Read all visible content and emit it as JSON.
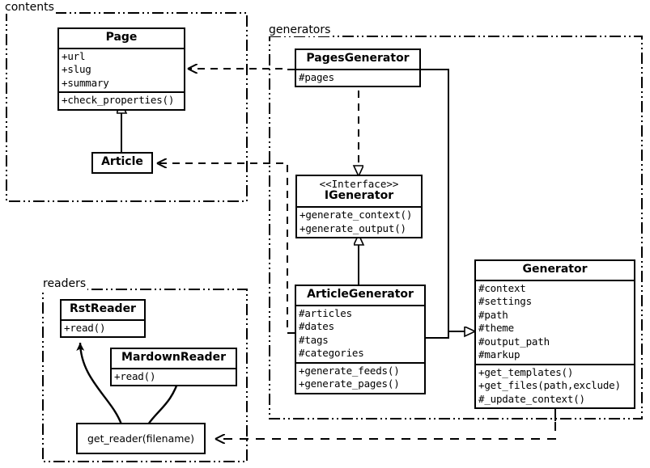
{
  "diagram": {
    "type": "uml-class-diagram",
    "packages": [
      {
        "id": "contents",
        "label": "contents"
      },
      {
        "id": "generators",
        "label": "generators"
      },
      {
        "id": "readers",
        "label": "readers"
      }
    ],
    "classes": [
      {
        "id": "page",
        "name": "Page",
        "stereotype": "",
        "attributes": [
          "+url",
          "+slug",
          "+summary"
        ],
        "methods": [
          "+check_properties()"
        ],
        "package": "contents"
      },
      {
        "id": "article",
        "name": "Article",
        "stereotype": "",
        "attributes": [],
        "methods": [],
        "package": "contents"
      },
      {
        "id": "pages_generator",
        "name": "PagesGenerator",
        "stereotype": "",
        "attributes": [
          "#pages"
        ],
        "methods": [],
        "package": "generators"
      },
      {
        "id": "igenerator",
        "name": "IGenerator",
        "stereotype": "<<Interface>>",
        "attributes": [],
        "methods": [
          "+generate_context()",
          "+generate_output()"
        ],
        "package": "generators"
      },
      {
        "id": "article_generator",
        "name": "ArticleGenerator",
        "stereotype": "",
        "attributes": [
          "#articles",
          "#dates",
          "#tags",
          "#categories"
        ],
        "methods": [
          "+generate_feeds()",
          "+generate_pages()"
        ],
        "package": "generators"
      },
      {
        "id": "generator",
        "name": "Generator",
        "stereotype": "",
        "attributes": [
          "#context",
          "#settings",
          "#path",
          "#theme",
          "#output_path",
          "#markup"
        ],
        "methods": [
          "+get_templates()",
          "+get_files(path,exclude)",
          "#_update_context()"
        ],
        "package": "generators"
      },
      {
        "id": "rst_reader",
        "name": "RstReader",
        "stereotype": "",
        "attributes": [],
        "methods": [
          "+read()"
        ],
        "package": "readers"
      },
      {
        "id": "mardown_reader",
        "name": "MardownReader",
        "stereotype": "",
        "attributes": [],
        "methods": [
          "+read()"
        ],
        "package": "readers"
      }
    ],
    "functions": [
      {
        "id": "get_reader",
        "label": "get_reader(filename)",
        "package": "readers"
      }
    ],
    "relations": [
      {
        "from": "article",
        "to": "page",
        "kind": "generalization"
      },
      {
        "from": "pages_generator",
        "to": "igenerator",
        "kind": "realization"
      },
      {
        "from": "article_generator",
        "to": "igenerator",
        "kind": "generalization"
      },
      {
        "from": "pages_generator",
        "to": "generator",
        "kind": "generalization"
      },
      {
        "from": "article_generator",
        "to": "generator",
        "kind": "generalization"
      },
      {
        "from": "pages_generator",
        "to": "page",
        "kind": "dependency"
      },
      {
        "from": "article_generator",
        "to": "article",
        "kind": "dependency"
      },
      {
        "from": "generator",
        "to": "get_reader",
        "kind": "dependency"
      }
    ]
  },
  "colors": {
    "stroke": "#000000",
    "background": "#ffffff"
  }
}
